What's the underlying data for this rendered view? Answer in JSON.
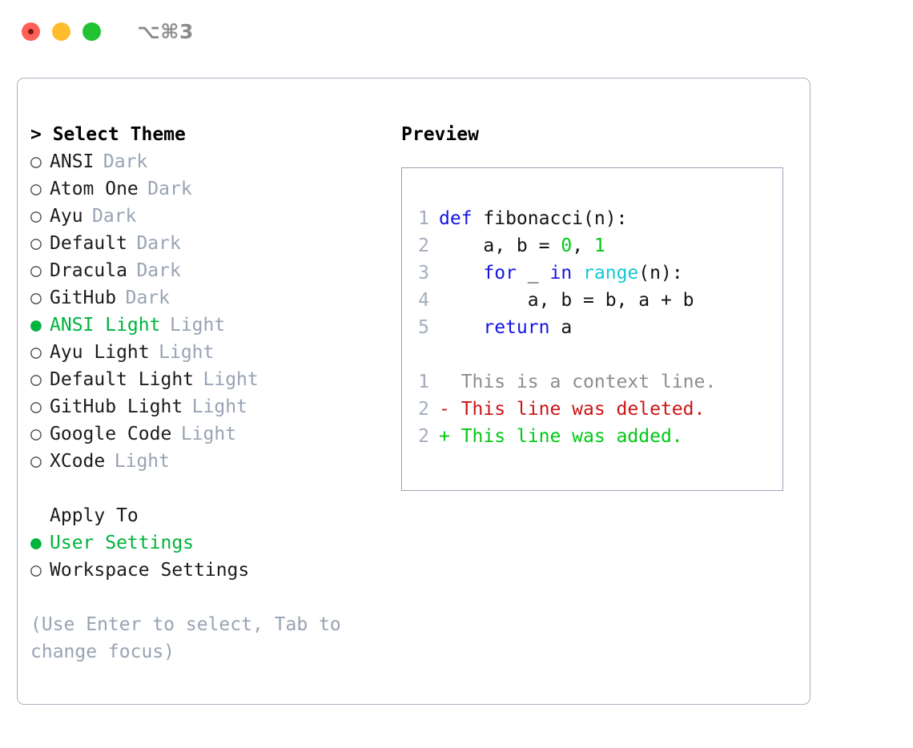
{
  "titlebar": {
    "shortcut": "⌥⌘3",
    "buttons": [
      {
        "name": "close",
        "color": "#ff6058"
      },
      {
        "name": "minimize",
        "color": "#ffbd2e"
      },
      {
        "name": "maximize",
        "color": "#21c234"
      }
    ]
  },
  "left": {
    "header": "> Select Theme",
    "themes": [
      {
        "marker": "○",
        "name": "ANSI",
        "kind": "Dark",
        "selected": false
      },
      {
        "marker": "○",
        "name": "Atom One",
        "kind": "Dark",
        "selected": false
      },
      {
        "marker": "○",
        "name": "Ayu",
        "kind": "Dark",
        "selected": false
      },
      {
        "marker": "○",
        "name": "Default",
        "kind": "Dark",
        "selected": false
      },
      {
        "marker": "○",
        "name": "Dracula",
        "kind": "Dark",
        "selected": false
      },
      {
        "marker": "○",
        "name": "GitHub",
        "kind": "Dark",
        "selected": false
      },
      {
        "marker": "●",
        "name": "ANSI Light",
        "kind": "Light",
        "selected": true
      },
      {
        "marker": "○",
        "name": "Ayu Light",
        "kind": "Light",
        "selected": false
      },
      {
        "marker": "○",
        "name": "Default Light",
        "kind": "Light",
        "selected": false
      },
      {
        "marker": "○",
        "name": "GitHub Light",
        "kind": "Light",
        "selected": false
      },
      {
        "marker": "○",
        "name": "Google Code",
        "kind": "Light",
        "selected": false
      },
      {
        "marker": "○",
        "name": "XCode",
        "kind": "Light",
        "selected": false
      }
    ],
    "apply_to": {
      "title": "Apply To",
      "options": [
        {
          "marker": "●",
          "label": "User Settings",
          "selected": true
        },
        {
          "marker": "○",
          "label": "Workspace Settings",
          "selected": false
        }
      ]
    },
    "hint": "(Use Enter to select, Tab to change focus)"
  },
  "right": {
    "title": "Preview",
    "code_lines": [
      {
        "lineno": "1",
        "tokens": [
          {
            "t": "def",
            "c": "kw"
          },
          {
            "t": " fibonacci(n):",
            "c": "plain"
          }
        ]
      },
      {
        "lineno": "2",
        "tokens": [
          {
            "t": "    a, b = ",
            "c": "plain"
          },
          {
            "t": "0",
            "c": "num"
          },
          {
            "t": ", ",
            "c": "plain"
          },
          {
            "t": "1",
            "c": "num"
          }
        ]
      },
      {
        "lineno": "3",
        "tokens": [
          {
            "t": "    ",
            "c": "plain"
          },
          {
            "t": "for",
            "c": "kw"
          },
          {
            "t": " _ ",
            "c": "plain"
          },
          {
            "t": "in",
            "c": "kw"
          },
          {
            "t": " ",
            "c": "plain"
          },
          {
            "t": "range",
            "c": "fn"
          },
          {
            "t": "(n):",
            "c": "plain"
          }
        ]
      },
      {
        "lineno": "4",
        "tokens": [
          {
            "t": "        a, b = b, a + b",
            "c": "plain"
          }
        ]
      },
      {
        "lineno": "5",
        "tokens": [
          {
            "t": "    ",
            "c": "plain"
          },
          {
            "t": "return",
            "c": "kw"
          },
          {
            "t": " a",
            "c": "plain"
          }
        ]
      }
    ],
    "diff_lines": [
      {
        "lineno": "1",
        "text": "  This is a context line.",
        "kind": "ctx"
      },
      {
        "lineno": "2",
        "text": "- This line was deleted.",
        "kind": "del"
      },
      {
        "lineno": "2",
        "text": "+ This line was added.",
        "kind": "add"
      }
    ]
  },
  "colors": {
    "accent_green": "#00b33c",
    "diff_add": "#00c814",
    "diff_del": "#cc1414",
    "keyword_blue": "#1414e6",
    "function_cyan": "#14c8d2",
    "muted_gray": "#98a3b3",
    "border": "#aab3c0"
  }
}
